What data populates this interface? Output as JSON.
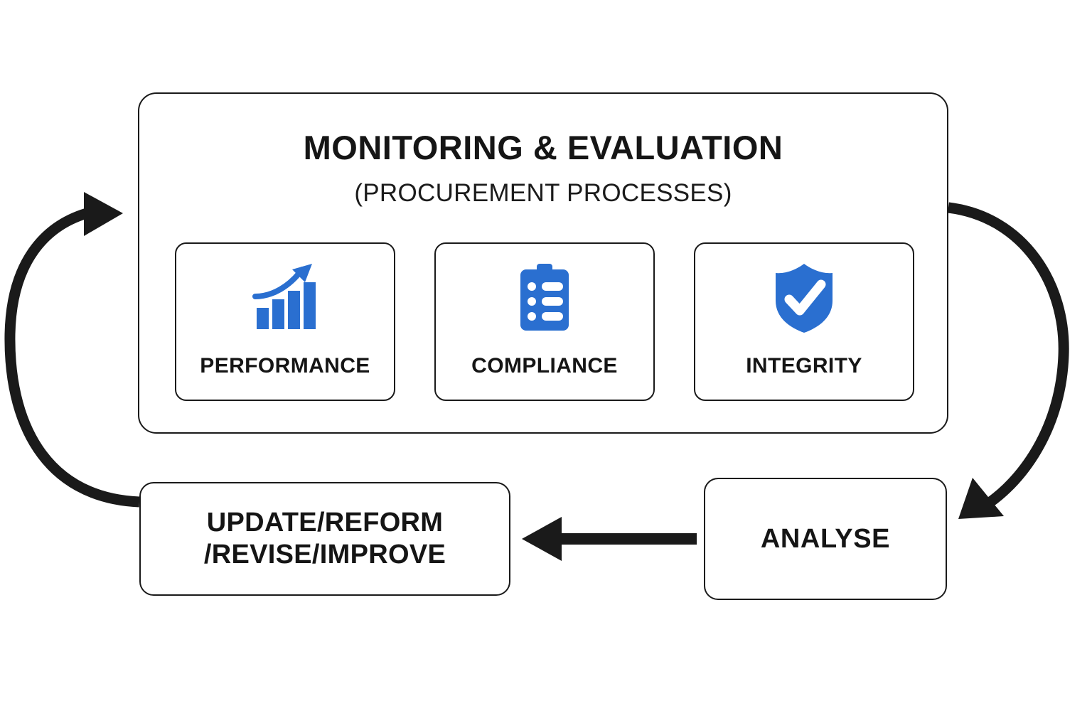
{
  "diagram": {
    "title": "MONITORING & EVALUATION",
    "subtitle": "(PROCUREMENT PROCESSES)",
    "accent_color": "#2A6FD0",
    "stroke_color": "#1A1A1A",
    "background_color": "#FFFFFF",
    "pillars": [
      {
        "label": "PERFORMANCE",
        "icon": "bar-chart-growth-icon"
      },
      {
        "label": "COMPLIANCE",
        "icon": "clipboard-checklist-icon"
      },
      {
        "label": "INTEGRITY",
        "icon": "shield-check-icon"
      }
    ],
    "steps": [
      {
        "id": "update",
        "line1": "UPDATE/REFORM",
        "line2": "/REVISE/IMPROVE"
      },
      {
        "id": "analyse",
        "label": "ANALYSE"
      }
    ],
    "arrows": [
      {
        "id": "analyse-to-update",
        "direction": "left",
        "style": "straight",
        "from": "ANALYSE",
        "to": "UPDATE/REFORM /REVISE/IMPROVE"
      },
      {
        "id": "update-to-monitoring",
        "direction": "up-right",
        "style": "curved",
        "from": "UPDATE/REFORM /REVISE/IMPROVE",
        "to": "MONITORING & EVALUATION"
      },
      {
        "id": "monitoring-to-analyse",
        "direction": "down-left",
        "style": "curved",
        "from": "MONITORING & EVALUATION",
        "to": "ANALYSE"
      }
    ]
  }
}
